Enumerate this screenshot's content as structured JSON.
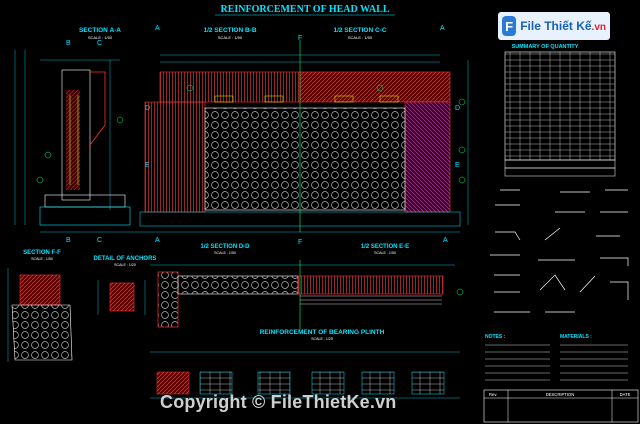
{
  "drawing": {
    "main_title": "REINFORCEMENT OF HEAD WALL",
    "sections": {
      "a": {
        "title": "SECTION A-A",
        "scale": "SCALE : 1/50"
      },
      "b": {
        "title": "1/2 SECTION B-B",
        "scale": "SCALE : 1/50"
      },
      "c": {
        "title": "1/2 SECTION C-C",
        "scale": "SCALE : 1/50"
      },
      "d": {
        "title": "1/2 SECTION D-D",
        "scale": "SCALE : 1/50"
      },
      "e": {
        "title": "1/2 SECTION E-E",
        "scale": "SCALE : 1/50"
      },
      "f": {
        "title": "SECTION F-F",
        "scale": "SCALE : 1/50"
      },
      "anchor": {
        "title": "DETAIL OF ANCHORS",
        "scale": "SCALE : 1/20"
      }
    },
    "bearing_title": "REINFORCEMENT OF BEARING PLINTH",
    "bearing_scale": "SCALE : 1/25",
    "summary_title": "SUMMARY OF QUANTITY",
    "notes_title": "NOTES :",
    "materials_title": "MATERIALS :",
    "title_block": {
      "rev": "Rev.",
      "description": "DESCRIPTION",
      "date": "DATE"
    },
    "markers": [
      "A",
      "B",
      "C",
      "D",
      "E",
      "F"
    ]
  },
  "brand": {
    "logo": "F",
    "name": "File Thiết Kế",
    "domain": ".vn"
  },
  "watermark": "Copyright © FileThietKe.vn",
  "colors": {
    "bg": "#000000",
    "cyan": "#00e5ff",
    "yellow": "#ffff00",
    "red": "#ff2020",
    "white": "#ffffff",
    "magenta": "#ff40ff",
    "green": "#00ff66"
  }
}
